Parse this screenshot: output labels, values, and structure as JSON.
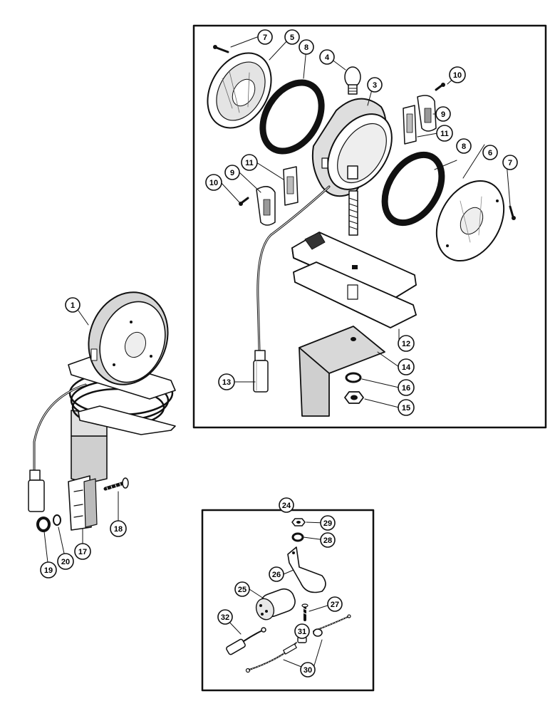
{
  "colors": {
    "ink": "#111111",
    "paper": "#ffffff",
    "shade": "#d9d9d9",
    "midshade": "#a6a6a6"
  },
  "callouts": {
    "c1": "1",
    "c3": "3",
    "c4": "4",
    "c5": "5",
    "c6": "6",
    "c7a": "7",
    "c7b": "7",
    "c8a": "8",
    "c8b": "8",
    "c9a": "9",
    "c9b": "9",
    "c10a": "10",
    "c10b": "10",
    "c11a": "11",
    "c11b": "11",
    "c12": "12",
    "c13": "13",
    "c14": "14",
    "c15": "15",
    "c16": "16",
    "c17": "17",
    "c18": "18",
    "c19": "19",
    "c20": "20",
    "c24": "24",
    "c25": "25",
    "c26": "26",
    "c27": "27",
    "c28": "28",
    "c29": "29",
    "c30": "30",
    "c31": "31",
    "c32": "32"
  }
}
